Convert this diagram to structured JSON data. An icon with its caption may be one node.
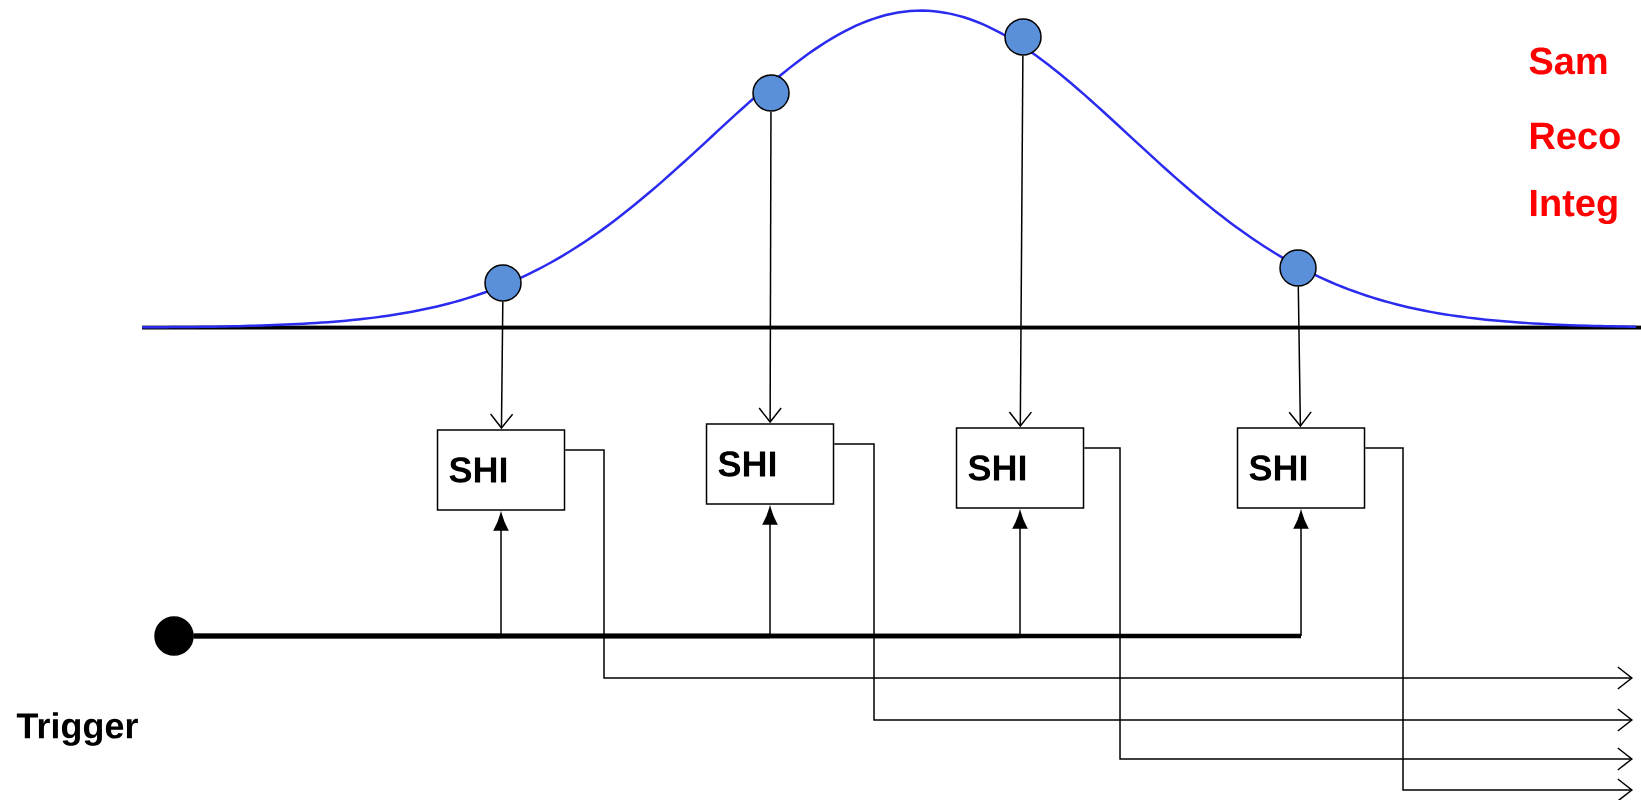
{
  "diagram": {
    "nodes": [
      {
        "text": [],
        "shape": "circle"
      },
      {
        "text": [],
        "shape": "circle"
      },
      {
        "text": [],
        "shape": "circle"
      },
      {
        "text": [],
        "shape": "circle"
      },
      {
        "text": [
          "SHI"
        ]
      },
      {
        "text": [
          "SHI"
        ]
      },
      {
        "text": [
          "SHI"
        ]
      },
      {
        "text": [
          "SHI"
        ]
      },
      {
        "text": [],
        "shape": "circle",
        "beside": [
          "Trigger"
        ]
      }
    ],
    "edges": [
      {
        "from": 0,
        "to": 4,
        "arrow": "to"
      },
      {
        "from": 1,
        "to": 5,
        "arrow": "to"
      },
      {
        "from": 2,
        "to": 6,
        "arrow": "to"
      },
      {
        "from": 3,
        "to": 7,
        "arrow": "to"
      },
      {
        "from": 8,
        "to": 4,
        "arrow": "to",
        "style": "thick"
      },
      {
        "from": 8,
        "to": 5,
        "arrow": "to",
        "style": "thick"
      },
      {
        "from": 8,
        "to": 6,
        "arrow": "to",
        "style": "thick"
      },
      {
        "from": 8,
        "to": 7,
        "arrow": "to",
        "style": "thick"
      },
      {
        "from": 4,
        "to": null,
        "arrow": "to"
      },
      {
        "from": 5,
        "to": null,
        "arrow": "to"
      },
      {
        "from": 6,
        "to": null,
        "arrow": "to"
      },
      {
        "from": 7,
        "to": null,
        "arrow": "to"
      }
    ],
    "labels": [
      "Sam",
      "Reco",
      "Integ"
    ]
  }
}
